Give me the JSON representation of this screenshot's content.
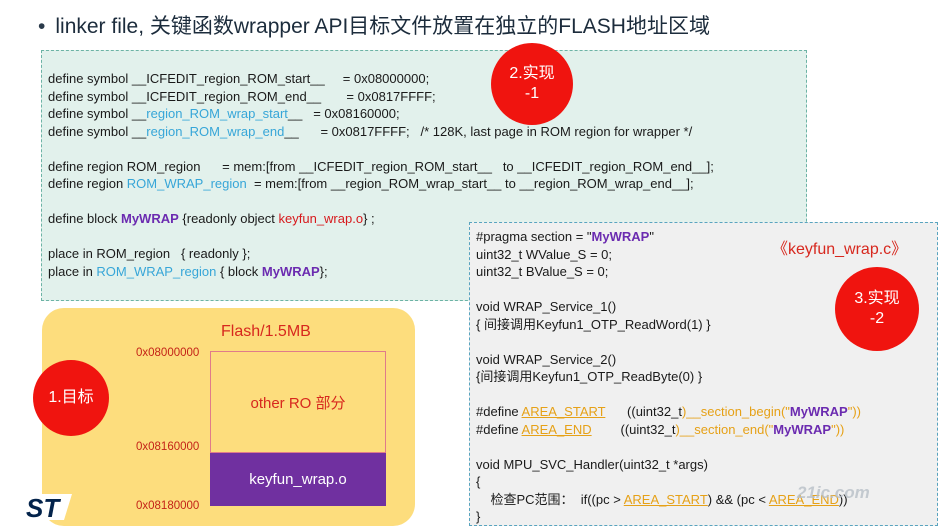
{
  "title": {
    "bullet": "•",
    "text": "linker file, 关键函数wrapper API目标文件放置在独立的FLASH地址区域"
  },
  "linker": {
    "lines": [
      {
        "segs": [
          {
            "t": "define symbol __ICFEDIT_region_ROM_start__     = 0x08000000;"
          }
        ]
      },
      {
        "segs": [
          {
            "t": "define symbol __ICFEDIT_region_ROM_end__       = 0x0817FFFF;"
          }
        ]
      },
      {
        "segs": [
          {
            "t": "define symbol __"
          },
          {
            "t": "region_ROM_wrap_start",
            "c": "cyan"
          },
          {
            "t": "__   = 0x08160000;"
          }
        ]
      },
      {
        "segs": [
          {
            "t": "define symbol __"
          },
          {
            "t": "region_ROM_wrap_end",
            "c": "cyan"
          },
          {
            "t": "__      = 0x0817FFFF;   /* 128K, last page in ROM region for wrapper */"
          }
        ]
      },
      {
        "segs": [
          {
            "t": " "
          }
        ]
      },
      {
        "segs": [
          {
            "t": "define region ROM_region      = mem:[from __ICFEDIT_region_ROM_start__   to __ICFEDIT_region_ROM_end__];"
          }
        ]
      },
      {
        "segs": [
          {
            "t": "define region "
          },
          {
            "t": "ROM_WRAP_region",
            "c": "cyan"
          },
          {
            "t": "  = mem:[from __region_ROM_wrap_start__ to __region_ROM_wrap_end__];"
          }
        ]
      },
      {
        "segs": [
          {
            "t": " "
          }
        ]
      },
      {
        "segs": [
          {
            "t": "define block "
          },
          {
            "t": "MyWRAP",
            "c": "purple"
          },
          {
            "t": " {readonly object "
          },
          {
            "t": "keyfun_wrap.o",
            "c": "red"
          },
          {
            "t": "} ;"
          }
        ]
      },
      {
        "segs": [
          {
            "t": " "
          }
        ]
      },
      {
        "segs": [
          {
            "t": "place in ROM_region   { readonly };"
          }
        ]
      },
      {
        "segs": [
          {
            "t": "place in "
          },
          {
            "t": "ROM_WRAP_region",
            "c": "cyan"
          },
          {
            "t": " { block "
          },
          {
            "t": "MyWRAP",
            "c": "purple"
          },
          {
            "t": "};"
          }
        ]
      }
    ]
  },
  "circles": {
    "c1": {
      "line1": "2.实现",
      "line2": "-1"
    },
    "c2": {
      "line1": "1.目标",
      "line2": ""
    },
    "c3": {
      "line1": "3.实现",
      "line2": "-2"
    }
  },
  "flash": {
    "title": "Flash/1.5MB",
    "addr_start": "0x08000000",
    "addr_mid": "0x08160000",
    "addr_end": "0x08180000",
    "other_label": "other RO 部分",
    "keyfun_label": "keyfun_wrap.o"
  },
  "source": {
    "filename": "《keyfun_wrap.c》",
    "lines": [
      {
        "segs": [
          {
            "t": "#pragma section = \""
          },
          {
            "t": "MyWRAP",
            "c": "purple"
          },
          {
            "t": "\""
          }
        ]
      },
      {
        "segs": [
          {
            "t": "uint32_t WValue_S = 0;"
          }
        ]
      },
      {
        "segs": [
          {
            "t": "uint32_t BValue_S = 0;"
          }
        ]
      },
      {
        "segs": [
          {
            "t": " "
          }
        ]
      },
      {
        "segs": [
          {
            "t": "void WRAP_Service_1()"
          }
        ]
      },
      {
        "segs": [
          {
            "t": "{ 间接调用Keyfun1_OTP_ReadWord(1) }"
          }
        ]
      },
      {
        "segs": [
          {
            "t": " "
          }
        ]
      },
      {
        "segs": [
          {
            "t": "void WRAP_Service_2()"
          }
        ]
      },
      {
        "segs": [
          {
            "t": "{间接调用Keyfun1_OTP_ReadByte(0) }"
          }
        ]
      },
      {
        "segs": [
          {
            "t": " "
          }
        ]
      },
      {
        "segs": [
          {
            "t": "#define "
          },
          {
            "t": "AREA_START",
            "c": "orange uline"
          },
          {
            "t": "      ((uint32_t"
          },
          {
            "t": ")__section_begin(\"",
            "c": "orange"
          },
          {
            "t": "MyWRAP",
            "c": "purple"
          },
          {
            "t": "\"))",
            "c": "orange"
          }
        ]
      },
      {
        "segs": [
          {
            "t": "#define "
          },
          {
            "t": "AREA_END",
            "c": "orange uline"
          },
          {
            "t": "        ((uint32_t"
          },
          {
            "t": ")__section_end(\"",
            "c": "orange"
          },
          {
            "t": "MyWRAP",
            "c": "purple"
          },
          {
            "t": "\"))",
            "c": "orange"
          }
        ]
      },
      {
        "segs": [
          {
            "t": " "
          }
        ]
      },
      {
        "segs": [
          {
            "t": "void MPU_SVC_Handler(uint32_t *args)"
          }
        ]
      },
      {
        "segs": [
          {
            "t": "{"
          }
        ]
      },
      {
        "segs": [
          {
            "t": "    检查PC范围：  if((pc > "
          },
          {
            "t": "AREA_START",
            "c": "orange uline"
          },
          {
            "t": ") && (pc < "
          },
          {
            "t": "AREA_END",
            "c": "orange uline"
          },
          {
            "t": "))"
          }
        ]
      },
      {
        "segs": [
          {
            "t": "}"
          }
        ]
      }
    ]
  },
  "logo": {
    "text": "ST"
  },
  "watermark": {
    "text": "21ic.com"
  }
}
